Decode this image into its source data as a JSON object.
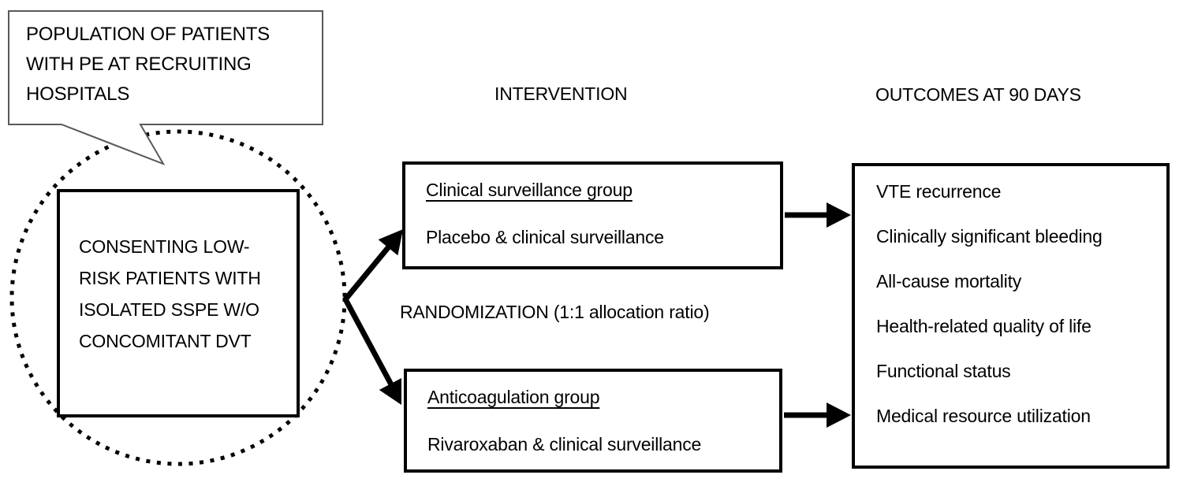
{
  "diagram": {
    "callout": {
      "text": "POPULATION OF PATIENTS\nWITH PE AT RECRUITING\nHOSPITALS"
    },
    "population": {
      "text": "CONSENTING LOW-\nRISK PATIENTS WITH\nISOLATED SSPE W/O\nCONCOMITANT DVT"
    },
    "headers": {
      "intervention": "INTERVENTION",
      "outcomes": "OUTCOMES AT 90 DAYS"
    },
    "randomization_label": "RANDOMIZATION (1:1 allocation ratio)",
    "groups": [
      {
        "title": "Clinical surveillance group",
        "subtitle": "Placebo & clinical surveillance"
      },
      {
        "title": "Anticoagulation group",
        "subtitle": "Rivaroxaban & clinical surveillance"
      }
    ],
    "outcomes": {
      "items": [
        "VTE recurrence",
        "Clinically significant bleeding",
        "All-cause mortality",
        "Health-related quality of life",
        "Functional status",
        "Medical resource utilization"
      ]
    },
    "colors": {
      "line": "#000000",
      "callout_border": "#595959",
      "background": "#ffffff"
    }
  }
}
